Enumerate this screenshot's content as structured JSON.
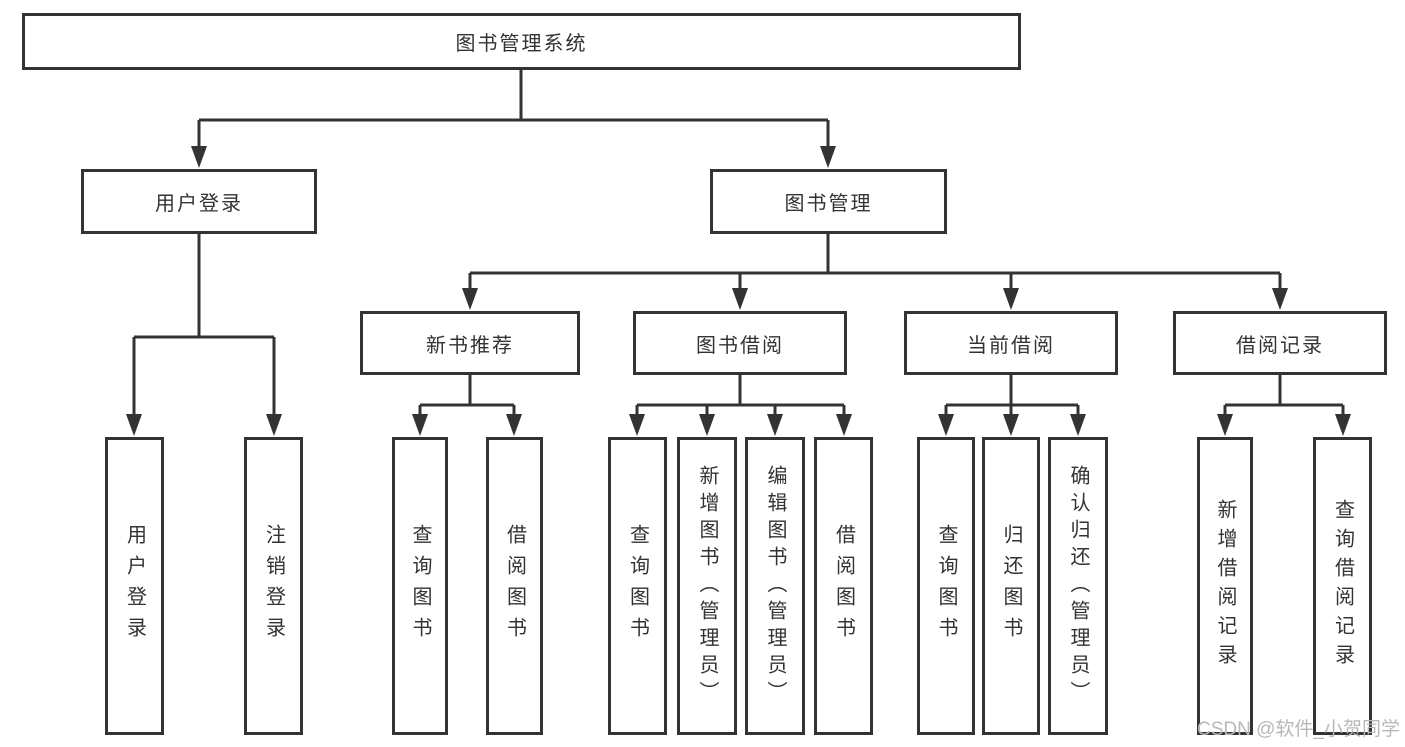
{
  "root": {
    "label": "图书管理系统"
  },
  "branches": {
    "user_login": {
      "label": "用户登录",
      "children": [
        "用户登录",
        "注销登录"
      ]
    },
    "book_mgmt": {
      "label": "图书管理",
      "sections": {
        "new_books": {
          "label": "新书推荐",
          "children": [
            "查询图书",
            "借阅图书"
          ]
        },
        "borrow": {
          "label": "图书借阅",
          "children": [
            "查询图书",
            "新增图书（管理员）",
            "编辑图书（管理员）",
            "借阅图书"
          ]
        },
        "current": {
          "label": "当前借阅",
          "children": [
            "查询图书",
            "归还图书",
            "确认归还（管理员）"
          ]
        },
        "records": {
          "label": "借阅记录",
          "children": [
            "新增借阅记录",
            "查询借阅记录"
          ]
        }
      }
    }
  },
  "watermark": "CSDN @软件_小贺同学",
  "colors": {
    "line": "#333333",
    "box_border": "#333333",
    "text": "#333333",
    "background": "#ffffff",
    "watermark": "#b8b8b8"
  }
}
